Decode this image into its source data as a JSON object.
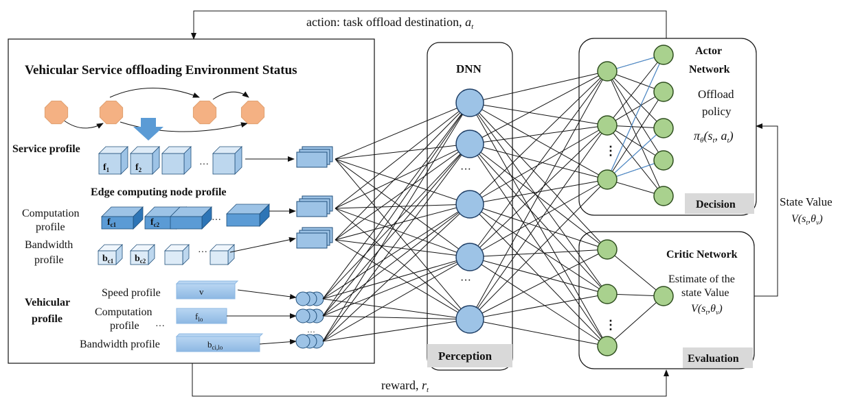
{
  "action_label": "action: task offload destination, ",
  "action_sym": "a",
  "action_sub": "t",
  "reward_label": "reward, ",
  "reward_sym": "r",
  "reward_sub": "t",
  "env": {
    "title": "Vehicular Service offloading Environment Status",
    "service_profile": "Service profile",
    "edge_profile": "Edge computing node profile",
    "computation_profile_1": "Computation",
    "computation_profile_2": "profile",
    "bandwidth_profile_1": "Bandwidth",
    "bandwidth_profile_2": "profile",
    "vehicular_profile_1": "Vehicular",
    "vehicular_profile_2": "profile",
    "speed_profile": "Speed profile",
    "v_comp_1": "Computation",
    "v_comp_2": "profile",
    "v_bandwidth": "Bandwidth profile",
    "ellipsis": "···",
    "cube_f1": "f",
    "cube_f1_sub": "1",
    "cube_f2": "f",
    "cube_f2_sub": "2",
    "cube_fc1": "f",
    "cube_fc1_sub": "c1",
    "cube_fc2": "f",
    "cube_fc2_sub": "c2",
    "cube_bc1": "b",
    "cube_bc1_sub": "c1",
    "cube_bc2": "b",
    "cube_bc2_sub": "c2",
    "bar_v": "v",
    "bar_flo": "f",
    "bar_flo_sub": "lo",
    "bar_bcilo": "b",
    "bar_bcilo_sub": "ci,lo"
  },
  "perception": {
    "title": "DNN",
    "label": "Perception",
    "dots": "···"
  },
  "actor": {
    "title_1": "Actor",
    "title_2": "Network",
    "policy_1": "Offload",
    "policy_2": "policy",
    "formula": "πθ(st, at)",
    "label": "Decision",
    "dots": "⋮"
  },
  "critic": {
    "title": "Critic Network",
    "est_1": "Estimate of the",
    "est_2": "state Value",
    "formula": "V(st,θv)",
    "label": "Evaluation",
    "dots": "⋮"
  },
  "state_value": {
    "label": "State Value",
    "formula": "V(st,θv)"
  },
  "colors": {
    "blue_node": "#9dc3e6",
    "green_node": "#a9d18e",
    "octagon": "#f4b183",
    "cube_blue": "#5b9bd5",
    "cube_light": "#ddebf7",
    "bar": "#9dc3e6",
    "label_bg": "#d9d9d9"
  }
}
